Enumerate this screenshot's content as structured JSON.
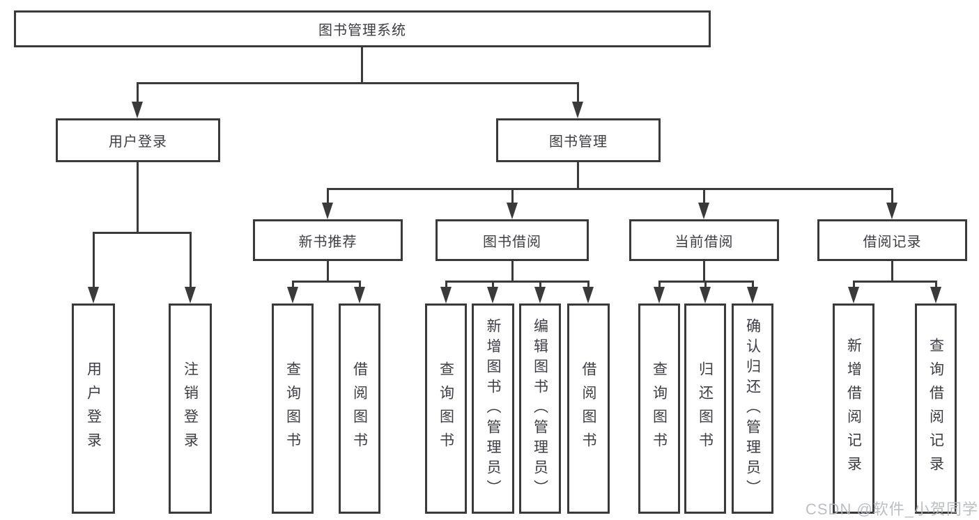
{
  "diagram": {
    "title": "图书管理系统",
    "root": "图书管理系统",
    "level2": {
      "user_login": "用户登录",
      "book_mgmt": "图书管理"
    },
    "level3": {
      "new_book": "新书推荐",
      "book_borrow": "图书借阅",
      "current_borrow": "当前借阅",
      "borrow_records": "借阅记录"
    },
    "leaves": {
      "user_login": [
        "用户登录",
        "注销登录"
      ],
      "new_book": [
        "查询图书",
        "借阅图书"
      ],
      "book_borrow": [
        "查询图书",
        "新增图书（管理员）",
        "编辑图书（管理员）",
        "借阅图书"
      ],
      "current_borrow": [
        "查询图书",
        "归还图书",
        "确认归还（管理员）"
      ],
      "borrow_records": [
        "新增借阅记录",
        "查询借阅记录"
      ]
    }
  },
  "watermark": {
    "text": "CSDN @软件_小贺同学"
  },
  "colors": {
    "line": "#3a3a3a",
    "text": "#3d3d42",
    "background": "#ffffff",
    "watermark": "#b4b8bc"
  }
}
